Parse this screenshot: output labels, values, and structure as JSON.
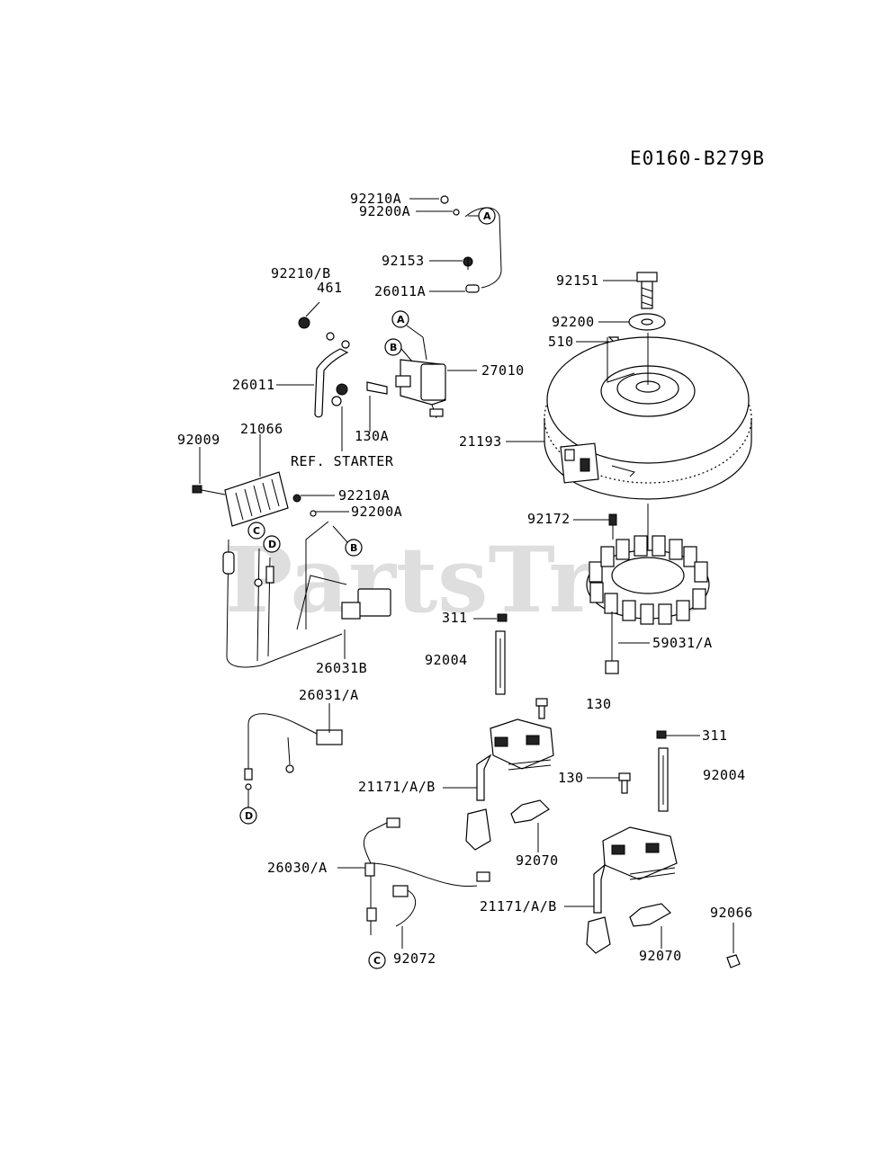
{
  "diagram_code": "E0160-B279B",
  "watermark": "PartsTree",
  "parts": {
    "p92210A_top": "92210A",
    "p92200A_top": "92200A",
    "p92153": "92153",
    "p26011A": "26011A",
    "p92210B": "92210/B",
    "p461": "461",
    "p26011": "26011",
    "p27010": "27010",
    "p130A": "130A",
    "ref_starter": "REF. STARTER",
    "p92009": "92009",
    "p21066": "21066",
    "p92210A_mid": "92210A",
    "p92200A_mid": "92200A",
    "p26031B": "26031B",
    "p26031A": "26031/A",
    "p92151": "92151",
    "p92200": "92200",
    "p510": "510",
    "p21193": "21193",
    "p92172": "92172",
    "p59031A": "59031/A",
    "p311_left": "311",
    "p92004_left": "92004",
    "p130_top": "130",
    "p311_right": "311",
    "p130_mid": "130",
    "p92004_right": "92004",
    "p21171_left": "21171/A/B",
    "p92070_left": "92070",
    "p26030A": "26030/A",
    "p92072": "92072",
    "p21171_right": "21171/A/B",
    "p92070_right": "92070",
    "p92066": "92066"
  },
  "callouts": {
    "A": "A",
    "B": "B",
    "C": "C",
    "D": "D"
  }
}
